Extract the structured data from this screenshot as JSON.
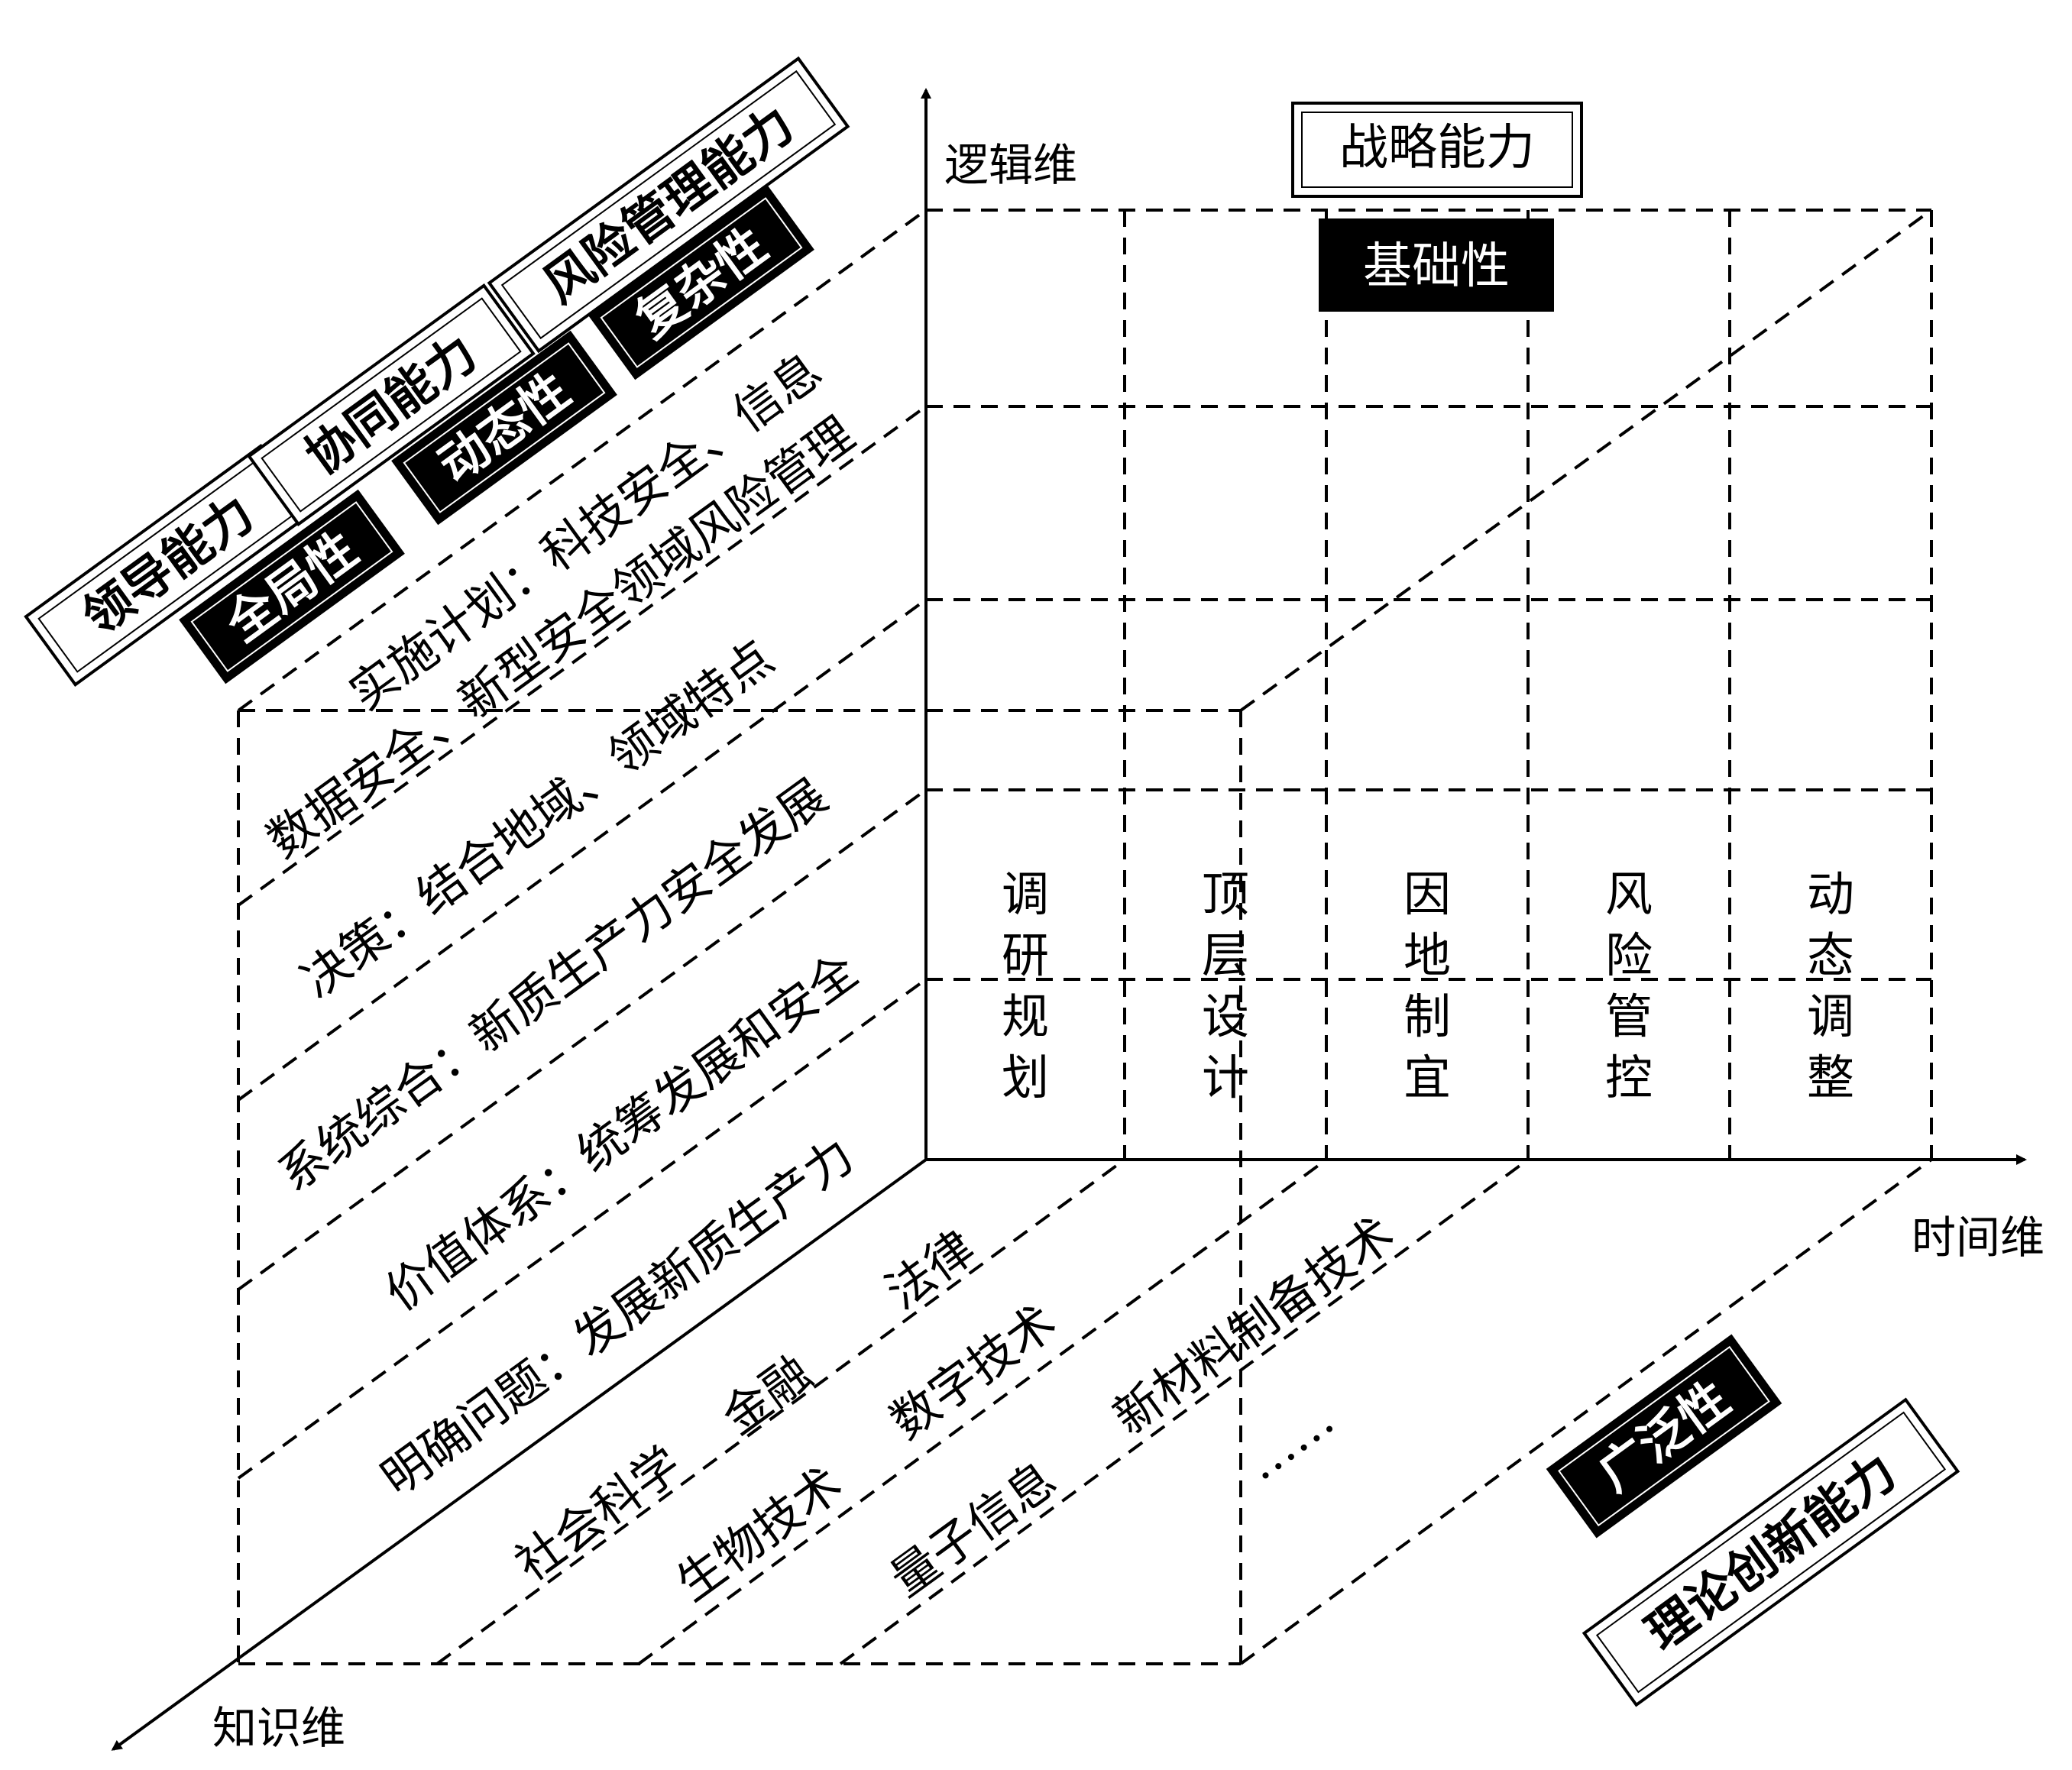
{
  "axes": {
    "logic": "逻辑维",
    "time": "时间维",
    "knowledge": "知识维"
  },
  "capabilities": {
    "leadership": "领导能力",
    "coordination": "协同能力",
    "risk_management": "风险管理能力",
    "strategic": "战略能力",
    "theory_innovation": "理论创新能力"
  },
  "attributes": {
    "global": "全局性",
    "dynamic": "动态性",
    "complex": "复杂性",
    "fundamental": "基础性",
    "broad": "广泛性"
  },
  "logic_steps": [
    "明确问题：发展新质生产力",
    "价值体系：统筹发展和安全",
    "系统综合：新质生产力安全发展",
    "决策：结合地域、领域特点",
    "数据安全、新型安全领域风险管理",
    "实施计划：科技安全、信息"
  ],
  "time_phases": [
    "调研规划",
    "顶层设计",
    "因地制宜",
    "风险管控",
    "动态调整"
  ],
  "knowledge_rows": [
    [
      "社会科学",
      "金融",
      "法律"
    ],
    [
      "生物技术",
      "数字技术"
    ],
    [
      "量子信息",
      "新材料制备技术"
    ],
    [
      "……"
    ]
  ],
  "colors": {
    "line": "#000000",
    "box_dark": "#000000",
    "box_light": "#ffffff"
  }
}
